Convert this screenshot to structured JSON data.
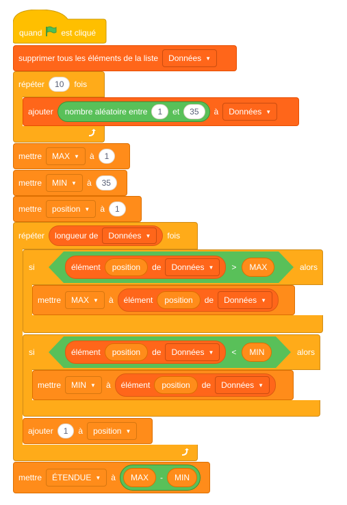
{
  "blocks": {
    "hat": {
      "quand": "quand",
      "est_clique": "est cliqué"
    },
    "delete_all": {
      "label": "supprimer tous les éléments de la liste",
      "list": "Données"
    },
    "repeat1": {
      "label": "répéter",
      "count": "10",
      "fois": "fois"
    },
    "add1": {
      "label": "ajouter",
      "random_label": "nombre aléatoire entre",
      "from": "1",
      "et": "et",
      "to": "35",
      "a": "à",
      "list": "Données"
    },
    "set_max": {
      "label": "mettre",
      "var": "MAX",
      "a": "à",
      "value": "1"
    },
    "set_min": {
      "label": "mettre",
      "var": "MIN",
      "a": "à",
      "value": "35"
    },
    "set_pos": {
      "label": "mettre",
      "var": "position",
      "a": "à",
      "value": "1"
    },
    "repeat2": {
      "label": "répéter",
      "longueur": "longueur de",
      "list": "Données",
      "fois": "fois"
    },
    "if1": {
      "si": "si",
      "element": "élément",
      "index": "position",
      "de": "de",
      "list": "Données",
      "op": ">",
      "var": "MAX",
      "alors": "alors"
    },
    "set_max2": {
      "label": "mettre",
      "var": "MAX",
      "a": "à",
      "element": "élément",
      "index": "position",
      "de": "de",
      "list": "Données"
    },
    "if2": {
      "si": "si",
      "element": "élément",
      "index": "position",
      "de": "de",
      "list": "Données",
      "op": "<",
      "var": "MIN",
      "alors": "alors"
    },
    "set_min2": {
      "label": "mettre",
      "var": "MIN",
      "a": "à",
      "element": "élément",
      "index": "position",
      "de": "de",
      "list": "Données"
    },
    "add_pos": {
      "label": "ajouter",
      "value": "1",
      "a": "à",
      "var": "position"
    },
    "set_range": {
      "label": "mettre",
      "var": "ÉTENDUE",
      "a": "à",
      "left": "MAX",
      "minus": "-",
      "right": "MIN"
    }
  },
  "icons": {
    "flag": "green-flag-icon",
    "loop": "loop-arrow-icon",
    "caret": "dropdown-caret-icon"
  },
  "colors": {
    "events": "#FFBF00",
    "lists": "#FF661A",
    "control": "#FFAB19",
    "variables": "#FF8C1A",
    "operators": "#59C059"
  }
}
